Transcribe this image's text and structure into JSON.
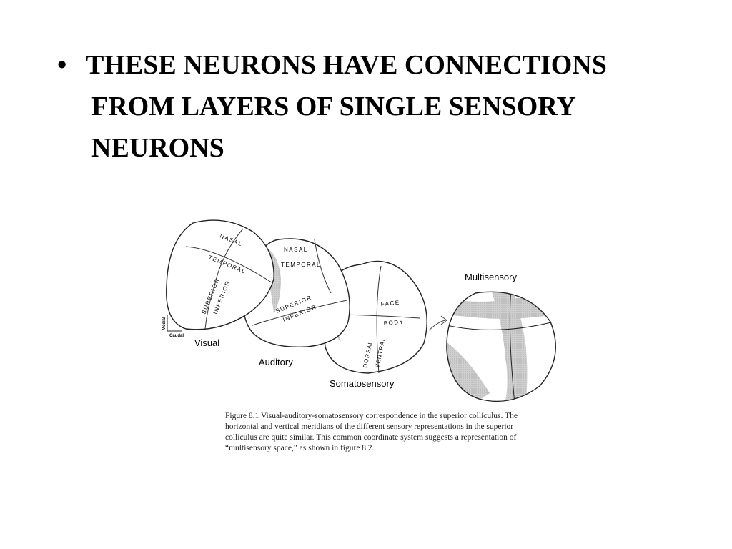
{
  "bullet": {
    "symbol": "•",
    "lines": [
      "THESE NEURONS HAVE CONNECTIONS",
      "FROM LAYERS OF SINGLE SENSORY",
      "NEURONS"
    ]
  },
  "figure": {
    "panels": {
      "visual": {
        "label": "Visual",
        "nasal": "NASAL",
        "temporal": "TEMPORAL",
        "superior": "SUPERIOR",
        "inferior": "INFERIOR"
      },
      "auditory": {
        "label": "Auditory",
        "nasal": "NASAL",
        "temporal": "TEMPORAL",
        "superior": "SUPERIOR",
        "inferior": "INFERIOR"
      },
      "somatosensory": {
        "label": "Somatosensory",
        "face": "FACE",
        "body": "BODY",
        "dorsal": "DORSAL",
        "ventral": "VENTRAL"
      },
      "multisensory": {
        "label": "Multisensory"
      }
    },
    "orientation": {
      "medial": "Medial",
      "caudal": "Caudal"
    },
    "caption_lines": [
      "Figure 8.1  Visual-auditory-somatosensory correspondence in the superior colliculus. The",
      "horizontal and vertical meridians of the different sensory representations in the superior",
      "colliculus are quite similar. This common coordinate system suggests a representation of",
      "“multisensory space,” as shown in figure 8.2."
    ]
  }
}
